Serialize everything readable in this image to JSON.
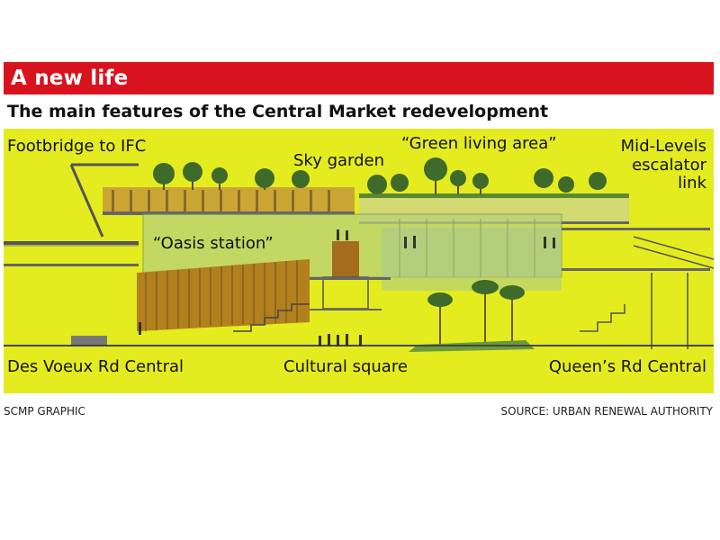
{
  "header": {
    "title": "A new life",
    "subtitle": "The main features of the Central Market redevelopment"
  },
  "labels": {
    "footbridge": "Footbridge to IFC",
    "sky_garden": "Sky garden",
    "green_living": "“Green living area”",
    "escalator_line1": "Mid-Levels",
    "escalator_line2": "escalator",
    "escalator_line3": "link",
    "oasis": "“Oasis station”",
    "des_voeux": "Des Voeux Rd Central",
    "cultural": "Cultural square",
    "queens": "Queen’s Rd Central"
  },
  "footer": {
    "credit": "SCMP GRAPHIC",
    "source": "SOURCE: URBAN RENEWAL AUTHORITY"
  },
  "colors": {
    "title_bar": "#d7131d",
    "panel": "#e4ec20",
    "glass": "#b9d27a",
    "wood": "#b2801f",
    "trees": "#3e6a2a"
  }
}
